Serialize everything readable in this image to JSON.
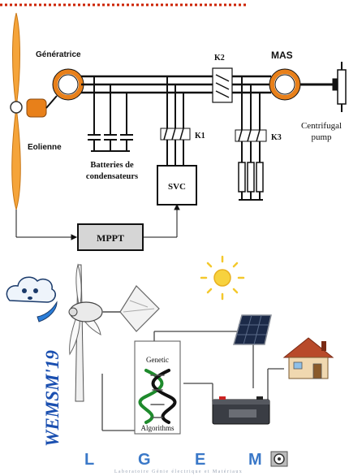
{
  "top_circuit": {
    "generatrice_label": "Génératrice",
    "eolienne_label": "Eolienne",
    "mas_label": "MAS",
    "k1_label": "K1",
    "k2_label": "K2",
    "k3_label": "K3",
    "capacitor_label_line1": "Batteries de",
    "capacitor_label_line2": "condensateurs",
    "svc_label": "SVC",
    "pump_label_line1": "Centrifugal",
    "pump_label_line2": "pump",
    "mppt_label": "MPPT"
  },
  "bottom_system": {
    "vertical_title": "WEMSM'19",
    "ga_label_top": "Genetic",
    "ga_label_bottom": "Algorithms"
  },
  "footer_logo": {
    "letters": [
      "L",
      "G",
      "E",
      "M"
    ],
    "tagline": "Laboratoire Génie électrique et Matériaux"
  },
  "colors": {
    "accent_dotted": "#cc2200",
    "rotor_orange": "#e8801a",
    "title_blue": "#1a4fb0",
    "logo_blue": "#3a78c8",
    "sun_yellow": "#f4c82c",
    "roof_red": "#b84a2a",
    "dna_green": "#1e8a2c"
  }
}
